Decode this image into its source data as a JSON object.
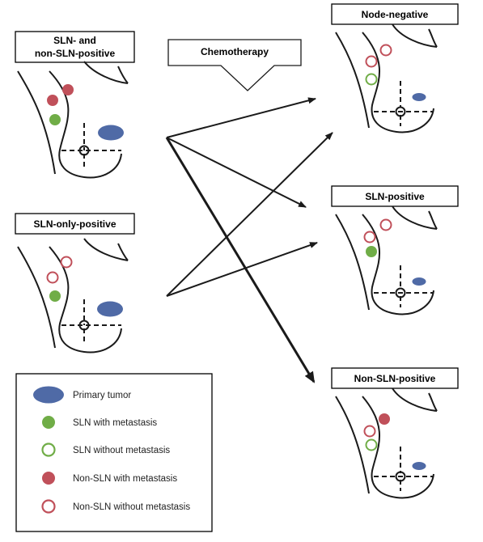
{
  "labels": {
    "sln_and_non_sln_positive_line1": "SLN- and",
    "sln_and_non_sln_positive_line2": "non-SLN-positive",
    "sln_only_positive": "SLN-only-positive",
    "chemotherapy": "Chemotherapy",
    "node_negative": "Node-negative",
    "sln_positive": "SLN-positive",
    "non_sln_positive": "Non-SLN-positive"
  },
  "legend": {
    "items": [
      {
        "icon": "primary-tumor-icon",
        "label": "Primary tumor"
      },
      {
        "icon": "sln-with-metastasis-icon",
        "label": "SLN with metastasis"
      },
      {
        "icon": "sln-without-metastasis-icon",
        "label": "SLN without metastasis"
      },
      {
        "icon": "non-sln-with-metastasis-icon",
        "label": "Non-SLN with metastasis"
      },
      {
        "icon": "non-sln-without-metastasis-icon",
        "label": "Non-SLN without metastasis"
      }
    ]
  },
  "colors": {
    "tumor": "#4f6aa6",
    "sln_green": "#70ad47",
    "non_sln_red": "#c0505a",
    "line": "#1a1a1a"
  }
}
